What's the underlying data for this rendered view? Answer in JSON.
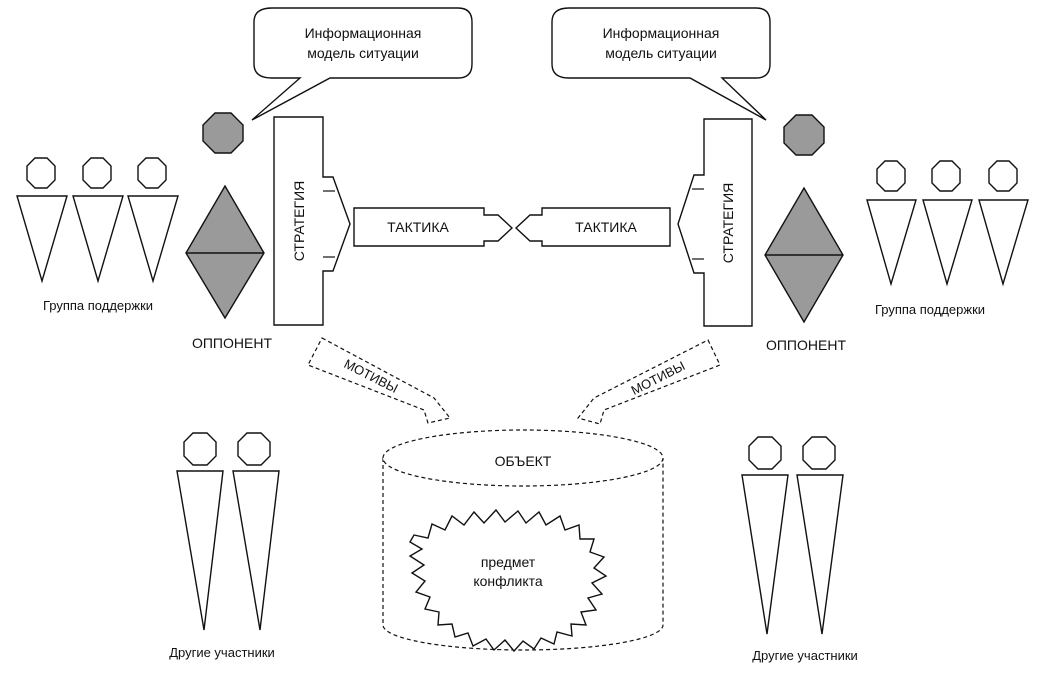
{
  "diagram": {
    "left": {
      "bubble": {
        "line1": "Информационная",
        "line2": "модель ситуации"
      },
      "strategy": "СТРАТЕГИЯ",
      "tactic": "ТАКТИКА",
      "opponent": "ОППОНЕНТ",
      "support": "Группа поддержки",
      "motives": "МОТИВЫ",
      "others": "Другие участники"
    },
    "right": {
      "bubble": {
        "line1": "Информационная",
        "line2": "модель ситуации"
      },
      "strategy": "СТРАТЕГИЯ",
      "tactic": "ТАКТИКА",
      "opponent": "ОППОНЕНТ",
      "support": "Группа поддержки",
      "motives": "МОТИВЫ",
      "others": "Другие участники"
    },
    "object": {
      "title": "ОБЪЕКТ",
      "subject_line1": "предмет",
      "subject_line2": "конфликта"
    }
  }
}
